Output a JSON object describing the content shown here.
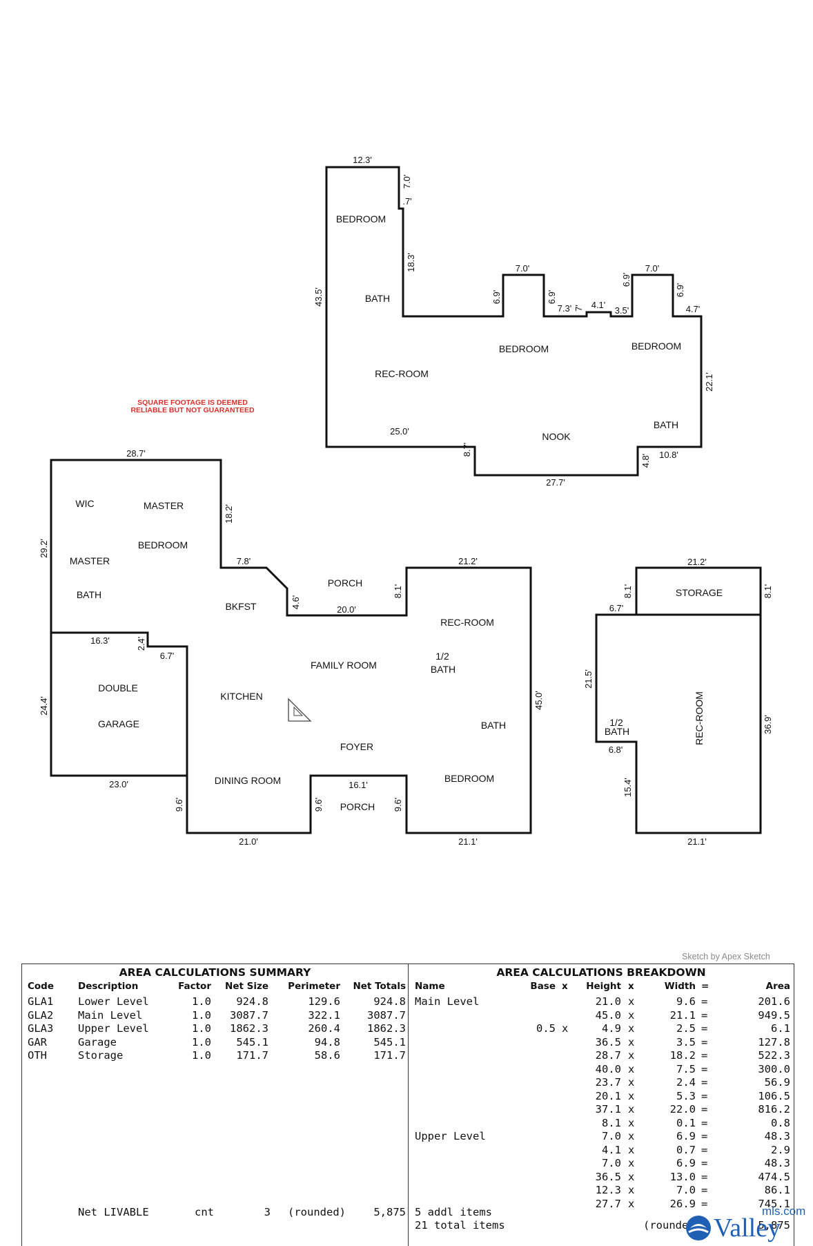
{
  "plan": {
    "note_line1": "SQUARE FOOTAGE IS DEEMED",
    "note_line2": "RELIABLE BUT NOT GUARANTEED",
    "upper": {
      "dims": [
        "12.3'",
        "7.0'",
        ".7'",
        "18.3'",
        "43.5'",
        "6.9'",
        "7.0'",
        "6.9'",
        "7.3'",
        "7'",
        "4.1'",
        "3.5'",
        "6.9'",
        "7.0'",
        "6.9'",
        "4.7'",
        "22.1'",
        "10.8'",
        "4.8'",
        "27.7'",
        "8.7'",
        "25.0'"
      ],
      "rooms": [
        "BEDROOM",
        "BATH",
        "REC-ROOM",
        "BEDROOM",
        "BEDROOM",
        "NOOK",
        "BATH"
      ]
    },
    "main": {
      "dims": [
        "28.7'",
        "18.2'",
        "7.8'",
        "4.6'",
        "20.0'",
        "8.1'",
        "21.2'",
        "45.0'",
        "21.1'",
        "9.6'",
        "16.1'",
        "9.6'",
        "21.0'",
        "9.6'",
        "23.0'",
        "24.4'",
        "16.3'",
        "2.4'",
        "6.7'",
        "29.2'"
      ],
      "rooms": [
        "WIC",
        "MASTER",
        "BEDROOM",
        "MASTER",
        "BATH",
        "BKFST",
        "PORCH",
        "REC-ROOM",
        "1/2",
        "BATH",
        "FAMILY ROOM",
        "KITCHEN",
        "DOUBLE",
        "GARAGE",
        "BATH",
        "FOYER",
        "DINING ROOM",
        "BEDROOM",
        "PORCH"
      ]
    },
    "storage": {
      "dims": [
        "21.2'",
        "8.1'",
        "8.1'",
        "6.7'",
        "21.5'",
        "6.8'",
        "15.4'",
        "21.1'",
        "36.9'"
      ],
      "rooms": [
        "STORAGE",
        "1/2",
        "BATH",
        "REC-ROOM"
      ]
    }
  },
  "credit": "Sketch by Apex Sketch",
  "summary": {
    "title": "AREA CALCULATIONS SUMMARY",
    "headers": [
      "Code",
      "Description",
      "Factor",
      "Net Size",
      "Perimeter",
      "Net Totals"
    ],
    "rows": [
      [
        "GLA1",
        "Lower Level",
        "1.0",
        "924.8",
        "129.6",
        "924.8"
      ],
      [
        "GLA2",
        "Main Level",
        "1.0",
        "3087.7",
        "322.1",
        "3087.7"
      ],
      [
        "GLA3",
        "Upper Level",
        "1.0",
        "1862.3",
        "260.4",
        "1862.3"
      ],
      [
        "GAR",
        "Garage",
        "1.0",
        "545.1",
        "94.8",
        "545.1"
      ],
      [
        "OTH",
        "Storage",
        "1.0",
        "171.7",
        "58.6",
        "171.7"
      ]
    ],
    "footer": [
      "Net LIVABLE",
      "cnt",
      "3",
      "(rounded)",
      "5,875"
    ]
  },
  "breakdown": {
    "title": "AREA CALCULATIONS BREAKDOWN",
    "headers": [
      "Name",
      "Base",
      "x",
      "Height",
      "x",
      "Width",
      "=",
      "Area"
    ],
    "rows": [
      [
        "Main Level",
        "",
        "",
        "21.0",
        "x",
        "9.6",
        "=",
        "201.6"
      ],
      [
        "",
        "",
        "",
        "45.0",
        "x",
        "21.1",
        "=",
        "949.5"
      ],
      [
        "",
        "0.5",
        "x",
        "4.9",
        "x",
        "2.5",
        "=",
        "6.1"
      ],
      [
        "",
        "",
        "",
        "36.5",
        "x",
        "3.5",
        "=",
        "127.8"
      ],
      [
        "",
        "",
        "",
        "28.7",
        "x",
        "18.2",
        "=",
        "522.3"
      ],
      [
        "",
        "",
        "",
        "40.0",
        "x",
        "7.5",
        "=",
        "300.0"
      ],
      [
        "",
        "",
        "",
        "23.7",
        "x",
        "2.4",
        "=",
        "56.9"
      ],
      [
        "",
        "",
        "",
        "20.1",
        "x",
        "5.3",
        "=",
        "106.5"
      ],
      [
        "",
        "",
        "",
        "37.1",
        "x",
        "22.0",
        "=",
        "816.2"
      ],
      [
        "",
        "",
        "",
        "8.1",
        "x",
        "0.1",
        "=",
        "0.8"
      ],
      [
        "Upper Level",
        "",
        "",
        "7.0",
        "x",
        "6.9",
        "=",
        "48.3"
      ],
      [
        "",
        "",
        "",
        "4.1",
        "x",
        "0.7",
        "=",
        "2.9"
      ],
      [
        "",
        "",
        "",
        "7.0",
        "x",
        "6.9",
        "=",
        "48.3"
      ],
      [
        "",
        "",
        "",
        "36.5",
        "x",
        "13.0",
        "=",
        "474.5"
      ],
      [
        "",
        "",
        "",
        "12.3",
        "x",
        "7.0",
        "=",
        "86.1"
      ],
      [
        "",
        "",
        "",
        "27.7",
        "x",
        "26.9",
        "=",
        "745.1"
      ]
    ],
    "footer1": "5 addl items",
    "footer2": "21 total items",
    "rounded": "(rounded)",
    "total": "5,875"
  },
  "logo": {
    "brand": "Valley",
    "suffix": "mls.com"
  }
}
